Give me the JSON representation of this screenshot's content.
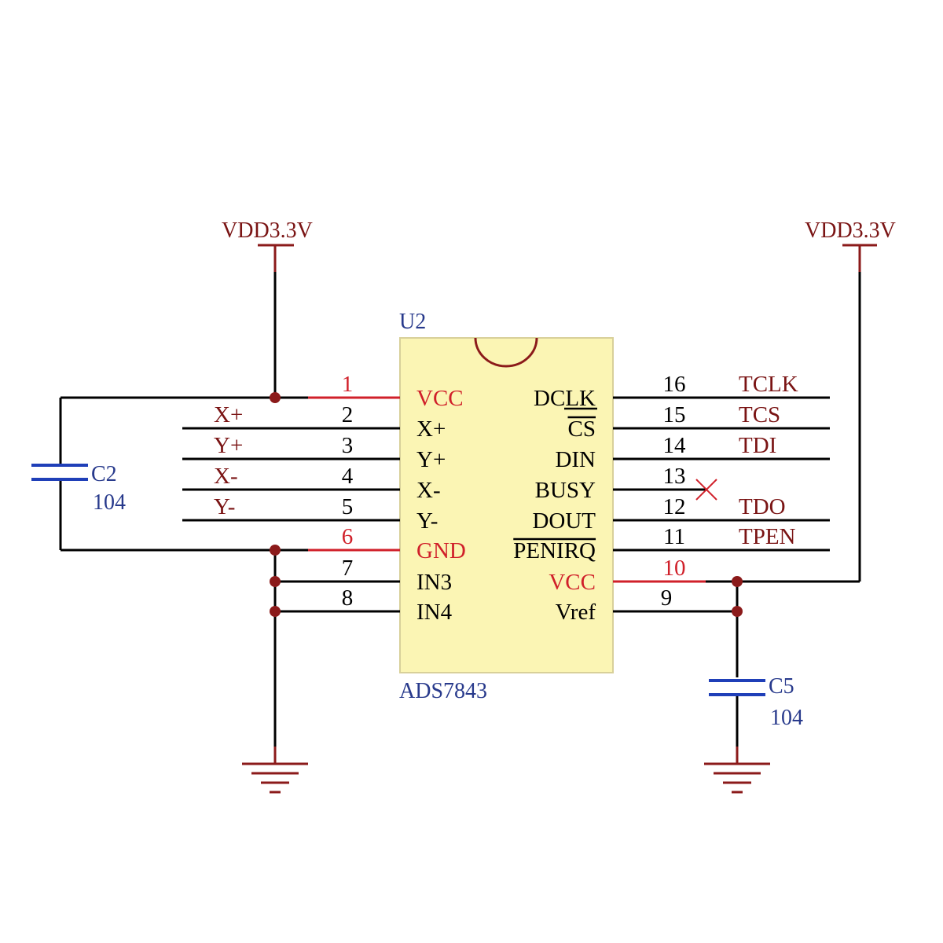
{
  "colors": {
    "chip_fill": "#fbf5b4",
    "chip_border": "#d8d09a",
    "wire": "#000000",
    "power": "#8b1a1a",
    "capacitor": "#1f3fb8",
    "net_label": "#7a1414",
    "pin_label_red": "#d0202a",
    "designator": "#283a8c",
    "junction": "#8b1a1a"
  },
  "power": {
    "left_label": "VDD3.3V",
    "right_label": "VDD3.3V"
  },
  "chip": {
    "designator": "U2",
    "part": "ADS7843",
    "left_pins": [
      {
        "num": "1",
        "name": "VCC",
        "net": "",
        "highlight": true
      },
      {
        "num": "2",
        "name": "X+",
        "net": "X+",
        "highlight": false
      },
      {
        "num": "3",
        "name": "Y+",
        "net": "Y+",
        "highlight": false
      },
      {
        "num": "4",
        "name": "X-",
        "net": "X-",
        "highlight": false
      },
      {
        "num": "5",
        "name": "Y-",
        "net": "Y-",
        "highlight": false
      },
      {
        "num": "6",
        "name": "GND",
        "net": "",
        "highlight": true
      },
      {
        "num": "7",
        "name": "IN3",
        "net": "",
        "highlight": false
      },
      {
        "num": "8",
        "name": "IN4",
        "net": "",
        "highlight": false
      }
    ],
    "right_pins": [
      {
        "num": "16",
        "name": "DCLK",
        "net": "TCLK",
        "highlight": false
      },
      {
        "num": "15",
        "name": "CS",
        "net": "TCS",
        "highlight": false
      },
      {
        "num": "14",
        "name": "DIN",
        "net": "TDI",
        "highlight": false
      },
      {
        "num": "13",
        "name": "BUSY",
        "net": "",
        "highlight": false
      },
      {
        "num": "12",
        "name": "DOUT",
        "net": "TDO",
        "highlight": false
      },
      {
        "num": "11",
        "name": "PENIRQ",
        "net": "TPEN",
        "highlight": false
      },
      {
        "num": "10",
        "name": "VCC",
        "net": "",
        "highlight": true
      },
      {
        "num": "9",
        "name": "Vref",
        "net": "",
        "highlight": false
      }
    ]
  },
  "capacitors": [
    {
      "designator": "C2",
      "value": "104"
    },
    {
      "designator": "C5",
      "value": "104"
    }
  ]
}
